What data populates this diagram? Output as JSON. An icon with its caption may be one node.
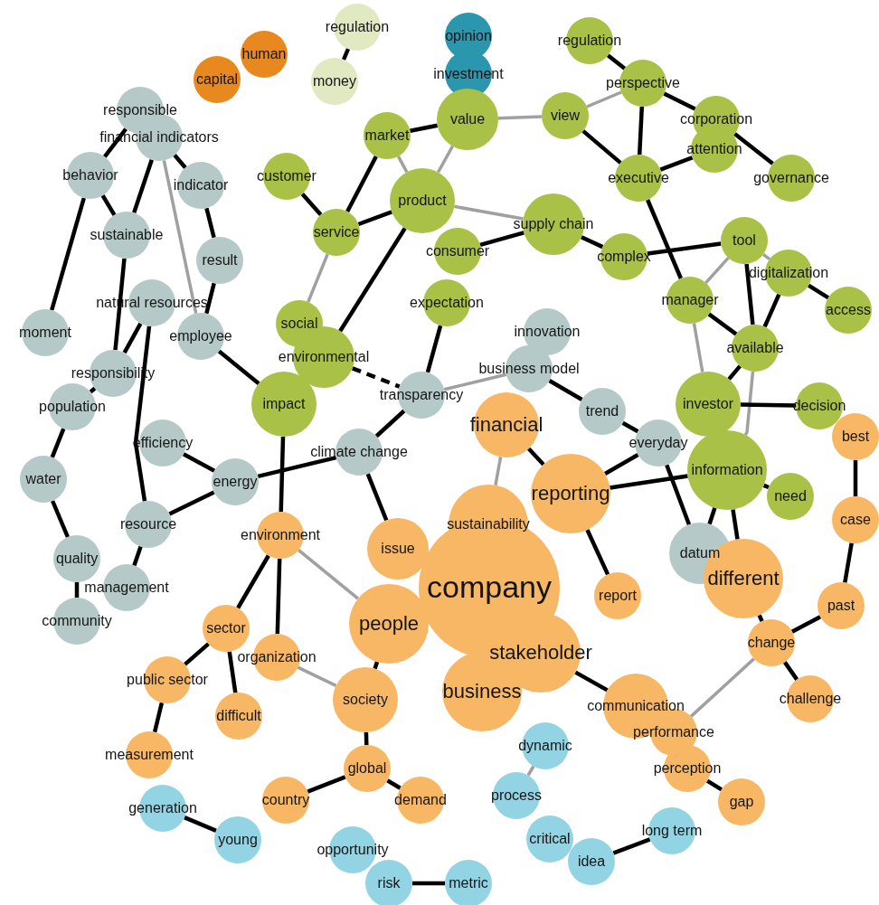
{
  "diagram": {
    "nodes": [
      {
        "text": [
          "human"
        ]
      },
      {
        "text": [
          "capital"
        ]
      },
      {
        "text": [
          "regulation"
        ]
      },
      {
        "text": [
          "money"
        ]
      },
      {
        "text": [
          "opinion"
        ]
      },
      {
        "text": [
          "investment"
        ]
      },
      {
        "text": [
          "value"
        ]
      },
      {
        "text": [
          "regulation"
        ]
      },
      {
        "text": [
          "perspective"
        ]
      },
      {
        "text": [
          "view"
        ]
      },
      {
        "text": [
          "corporation"
        ]
      },
      {
        "text": [
          "attention"
        ]
      },
      {
        "text": [
          "executive"
        ]
      },
      {
        "text": [
          "governance"
        ]
      },
      {
        "text": [
          "market"
        ]
      },
      {
        "text": [
          "customer"
        ]
      },
      {
        "text": [
          "product"
        ]
      },
      {
        "text": [
          "service"
        ]
      },
      {
        "text": [
          "supply chain"
        ]
      },
      {
        "text": [
          "consumer"
        ]
      },
      {
        "text": [
          "complex"
        ]
      },
      {
        "text": [
          "tool"
        ]
      },
      {
        "text": [
          "digitalization"
        ]
      },
      {
        "text": [
          "access"
        ]
      },
      {
        "text": [
          "manager"
        ]
      },
      {
        "text": [
          "available"
        ]
      },
      {
        "text": [
          "expectation"
        ]
      },
      {
        "text": [
          "innovation"
        ]
      },
      {
        "text": [
          "business model"
        ]
      },
      {
        "text": [
          "transparency"
        ]
      },
      {
        "text": [
          "social"
        ]
      },
      {
        "text": [
          "environmental"
        ]
      },
      {
        "text": [
          "impact"
        ]
      },
      {
        "text": [
          "investor"
        ]
      },
      {
        "text": [
          "decision"
        ]
      },
      {
        "text": [
          "best"
        ]
      },
      {
        "text": [
          "financial"
        ]
      },
      {
        "text": [
          "trend"
        ]
      },
      {
        "text": [
          "everyday"
        ]
      },
      {
        "text": [
          "information"
        ]
      },
      {
        "text": [
          "need"
        ]
      },
      {
        "text": [
          "reporting"
        ]
      },
      {
        "text": [
          "datum"
        ]
      },
      {
        "text": [
          "different"
        ]
      },
      {
        "text": [
          "case"
        ]
      },
      {
        "text": [
          "sustainability"
        ]
      },
      {
        "text": [
          "company"
        ]
      },
      {
        "text": [
          "people"
        ]
      },
      {
        "text": [
          "stakeholder"
        ]
      },
      {
        "text": [
          "business"
        ]
      },
      {
        "text": [
          "issue"
        ]
      },
      {
        "text": [
          "report"
        ]
      },
      {
        "text": [
          "past"
        ]
      },
      {
        "text": [
          "change"
        ]
      },
      {
        "text": [
          "challenge"
        ]
      },
      {
        "text": [
          "communication"
        ]
      },
      {
        "text": [
          "performance"
        ]
      },
      {
        "text": [
          "perception"
        ]
      },
      {
        "text": [
          "gap"
        ]
      },
      {
        "text": [
          "climate change"
        ]
      },
      {
        "text": [
          "energy"
        ]
      },
      {
        "text": [
          "efficiency"
        ]
      },
      {
        "text": [
          "resource"
        ]
      },
      {
        "text": [
          "environment"
        ]
      },
      {
        "text": [
          "management"
        ]
      },
      {
        "text": [
          "quality"
        ]
      },
      {
        "text": [
          "community"
        ]
      },
      {
        "text": [
          "water"
        ]
      },
      {
        "text": [
          "population"
        ]
      },
      {
        "text": [
          "responsibility"
        ]
      },
      {
        "text": [
          "moment"
        ]
      },
      {
        "text": [
          "natural resources"
        ]
      },
      {
        "text": [
          "employee"
        ]
      },
      {
        "text": [
          "result"
        ]
      },
      {
        "text": [
          "indicator"
        ]
      },
      {
        "text": [
          "sustainable"
        ]
      },
      {
        "text": [
          "behavior"
        ]
      },
      {
        "text": [
          "responsible"
        ]
      },
      {
        "text": [
          "financial indicators"
        ]
      },
      {
        "text": [
          "sector"
        ]
      },
      {
        "text": [
          "organization"
        ]
      },
      {
        "text": [
          "public sector"
        ]
      },
      {
        "text": [
          "difficult"
        ]
      },
      {
        "text": [
          "society"
        ]
      },
      {
        "text": [
          "measurement"
        ]
      },
      {
        "text": [
          "global"
        ]
      },
      {
        "text": [
          "country"
        ]
      },
      {
        "text": [
          "demand"
        ]
      },
      {
        "text": [
          "generation"
        ]
      },
      {
        "text": [
          "young"
        ]
      },
      {
        "text": [
          "opportunity"
        ]
      },
      {
        "text": [
          "risk"
        ]
      },
      {
        "text": [
          "metric"
        ]
      },
      {
        "text": [
          "dynamic"
        ]
      },
      {
        "text": [
          "process"
        ]
      },
      {
        "text": [
          "critical"
        ]
      },
      {
        "text": [
          "idea"
        ]
      },
      {
        "text": [
          "long term"
        ]
      }
    ],
    "edges": [
      {
        "from": 2,
        "to": 3,
        "arrow": "none"
      },
      {
        "from": 7,
        "to": 8,
        "arrow": "none"
      },
      {
        "from": 8,
        "to": 9,
        "arrow": "none",
        "color": "#a0a0a0"
      },
      {
        "from": 9,
        "to": 6,
        "arrow": "none",
        "color": "#a0a0a0"
      },
      {
        "from": 8,
        "to": 12,
        "arrow": "none"
      },
      {
        "from": 8,
        "to": 10,
        "arrow": "none"
      },
      {
        "from": 10,
        "to": 13,
        "arrow": "none"
      },
      {
        "from": 9,
        "to": 12,
        "arrow": "none"
      },
      {
        "from": 12,
        "to": 11,
        "arrow": "none"
      },
      {
        "from": 12,
        "to": 24,
        "arrow": "none"
      },
      {
        "from": 6,
        "to": 14,
        "arrow": "none"
      },
      {
        "from": 6,
        "to": 16,
        "arrow": "none",
        "color": "#a0a0a0"
      },
      {
        "from": 14,
        "to": 16,
        "arrow": "none",
        "color": "#a0a0a0"
      },
      {
        "from": 14,
        "to": 17,
        "arrow": "none"
      },
      {
        "from": 15,
        "to": 17,
        "arrow": "none"
      },
      {
        "from": 17,
        "to": 16,
        "arrow": "none"
      },
      {
        "from": 17,
        "to": 30,
        "arrow": "none",
        "color": "#a0a0a0"
      },
      {
        "from": 16,
        "to": 31,
        "arrow": "none"
      },
      {
        "from": 16,
        "to": 18,
        "arrow": "none",
        "color": "#a0a0a0"
      },
      {
        "from": 19,
        "to": 18,
        "arrow": "none"
      },
      {
        "from": 18,
        "to": 20,
        "arrow": "none"
      },
      {
        "from": 20,
        "to": 21,
        "arrow": "none"
      },
      {
        "from": 21,
        "to": 24,
        "arrow": "none",
        "color": "#a0a0a0"
      },
      {
        "from": 21,
        "to": 25,
        "arrow": "none"
      },
      {
        "from": 21,
        "to": 22,
        "arrow": "none",
        "color": "#a0a0a0"
      },
      {
        "from": 22,
        "to": 23,
        "arrow": "none"
      },
      {
        "from": 22,
        "to": 25,
        "arrow": "none"
      },
      {
        "from": 24,
        "to": 25,
        "arrow": "none"
      },
      {
        "from": 24,
        "to": 33,
        "arrow": "none",
        "color": "#a0a0a0"
      },
      {
        "from": 25,
        "to": 33,
        "arrow": "none"
      },
      {
        "from": 25,
        "to": 39,
        "arrow": "none",
        "color": "#a0a0a0"
      },
      {
        "from": 33,
        "to": 34,
        "arrow": "none"
      },
      {
        "from": 26,
        "to": 29,
        "arrow": "none"
      },
      {
        "from": 31,
        "to": 29,
        "arrow": "none",
        "style": "dashed"
      },
      {
        "from": 29,
        "to": 28,
        "arrow": "none",
        "color": "#a0a0a0"
      },
      {
        "from": 28,
        "to": 37,
        "arrow": "none"
      },
      {
        "from": 37,
        "to": 38,
        "arrow": "none"
      },
      {
        "from": 38,
        "to": 41,
        "arrow": "none"
      },
      {
        "from": 41,
        "to": 39,
        "arrow": "none"
      },
      {
        "from": 38,
        "to": 42,
        "arrow": "none"
      },
      {
        "from": 39,
        "to": 42,
        "arrow": "none"
      },
      {
        "from": 39,
        "to": 43,
        "arrow": "none"
      },
      {
        "from": 39,
        "to": 40,
        "arrow": "none"
      },
      {
        "from": 36,
        "to": 45,
        "arrow": "none",
        "color": "#a0a0a0"
      },
      {
        "from": 36,
        "to": 41,
        "arrow": "none"
      },
      {
        "from": 41,
        "to": 51,
        "arrow": "none"
      },
      {
        "from": 29,
        "to": 59,
        "arrow": "none"
      },
      {
        "from": 59,
        "to": 60,
        "arrow": "none"
      },
      {
        "from": 59,
        "to": 50,
        "arrow": "none"
      },
      {
        "from": 32,
        "to": 63,
        "arrow": "none"
      },
      {
        "from": 72,
        "to": 32,
        "arrow": "none"
      },
      {
        "from": 61,
        "to": 60,
        "arrow": "none"
      },
      {
        "from": 60,
        "to": 62,
        "arrow": "none"
      },
      {
        "from": 71,
        "to": 62,
        "arrow": "none"
      },
      {
        "from": 62,
        "to": 64,
        "arrow": "none"
      },
      {
        "from": 71,
        "to": 69,
        "arrow": "none"
      },
      {
        "from": 75,
        "to": 69,
        "arrow": "none"
      },
      {
        "from": 77,
        "to": 76,
        "arrow": "none"
      },
      {
        "from": 76,
        "to": 75,
        "arrow": "none"
      },
      {
        "from": 76,
        "to": 70,
        "arrow": "none"
      },
      {
        "from": 78,
        "to": 75,
        "arrow": "none"
      },
      {
        "from": 78,
        "to": 74,
        "arrow": "none"
      },
      {
        "from": 78,
        "to": 72,
        "arrow": "none",
        "color": "#a0a0a0"
      },
      {
        "from": 74,
        "to": 73,
        "arrow": "none"
      },
      {
        "from": 73,
        "to": 72,
        "arrow": "none"
      },
      {
        "from": 69,
        "to": 68,
        "arrow": "none"
      },
      {
        "from": 68,
        "to": 67,
        "arrow": "none"
      },
      {
        "from": 67,
        "to": 65,
        "arrow": "none"
      },
      {
        "from": 65,
        "to": 66,
        "arrow": "none"
      },
      {
        "from": 63,
        "to": 79,
        "arrow": "none"
      },
      {
        "from": 63,
        "to": 80,
        "arrow": "none"
      },
      {
        "from": 63,
        "to": 47,
        "arrow": "none",
        "color": "#a0a0a0"
      },
      {
        "from": 79,
        "to": 81,
        "arrow": "none"
      },
      {
        "from": 79,
        "to": 82,
        "arrow": "none"
      },
      {
        "from": 81,
        "to": 84,
        "arrow": "none"
      },
      {
        "from": 80,
        "to": 83,
        "arrow": "none",
        "color": "#a0a0a0"
      },
      {
        "from": 47,
        "to": 83,
        "arrow": "none"
      },
      {
        "from": 83,
        "to": 85,
        "arrow": "none"
      },
      {
        "from": 85,
        "to": 86,
        "arrow": "none"
      },
      {
        "from": 85,
        "to": 87,
        "arrow": "none"
      },
      {
        "from": 88,
        "to": 89,
        "arrow": "none"
      },
      {
        "from": 91,
        "to": 92,
        "arrow": "none"
      },
      {
        "from": 93,
        "to": 94,
        "arrow": "none",
        "color": "#a0a0a0"
      },
      {
        "from": 96,
        "to": 97,
        "arrow": "none"
      },
      {
        "from": 48,
        "to": 55,
        "arrow": "none"
      },
      {
        "from": 56,
        "to": 53,
        "arrow": "none",
        "color": "#a0a0a0"
      },
      {
        "from": 57,
        "to": 58,
        "arrow": "none"
      },
      {
        "from": 43,
        "to": 53,
        "arrow": "none"
      },
      {
        "from": 53,
        "to": 52,
        "arrow": "none"
      },
      {
        "from": 53,
        "to": 54,
        "arrow": "none"
      },
      {
        "from": 52,
        "to": 44,
        "arrow": "none"
      },
      {
        "from": 44,
        "to": 35,
        "arrow": "none"
      }
    ]
  }
}
